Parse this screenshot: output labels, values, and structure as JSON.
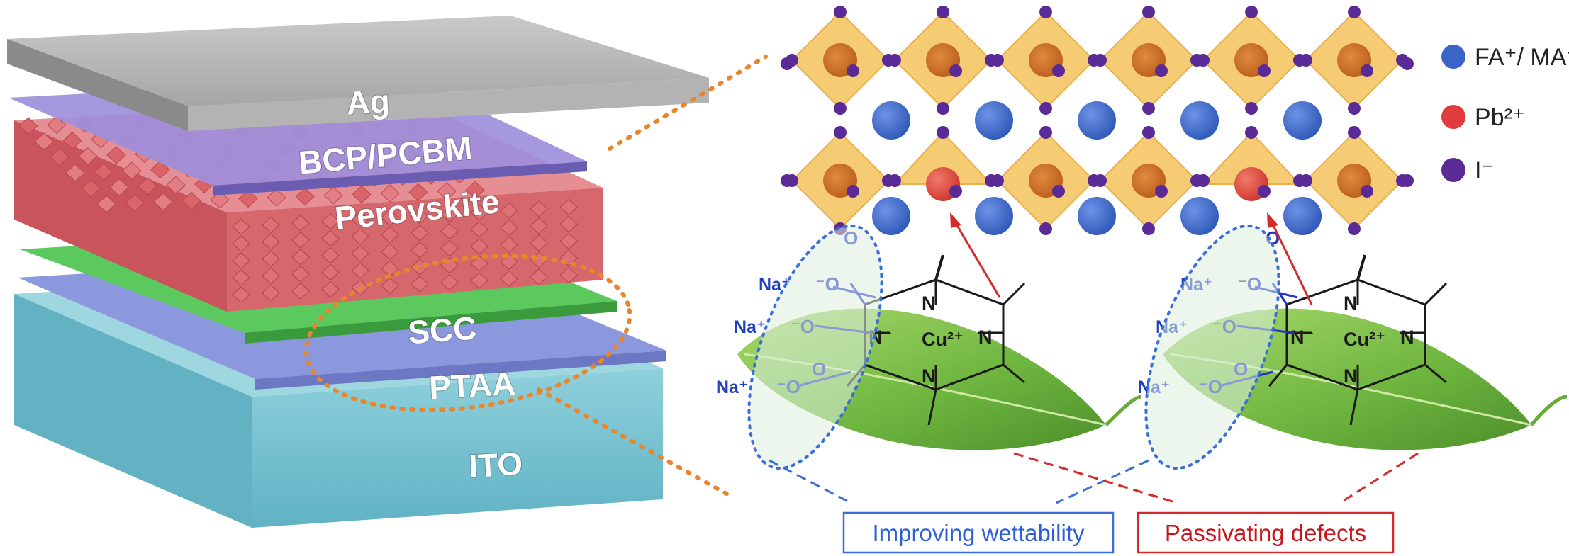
{
  "device_stack": {
    "layers": {
      "ag": "Ag",
      "bcp_pcbm": "BCP/PCBM",
      "perovskite": "Perovskite",
      "scc": "SCC",
      "ptaa": "PTAA",
      "ito": "ITO"
    }
  },
  "legend": {
    "fa_ma": {
      "text": "FA⁺/ MA⁺",
      "color": "#3a64c8"
    },
    "pb": {
      "text": "Pb²⁺",
      "color": "#e03c3c"
    },
    "iodide": {
      "text": "I⁻",
      "color": "#5a2a96"
    }
  },
  "molecule": {
    "na_plus": "Na⁺",
    "oxygen": "O",
    "carboxyl_minus": "⁻",
    "nitrogen": "N",
    "nitrogen_minus": "N⁻",
    "cu2": "Cu²⁺"
  },
  "callouts": {
    "wettability": "Improving wettability",
    "defects": "Passivating defects"
  },
  "colors": {
    "ag": "#a7a7a7",
    "bcp": "#8b7fcf",
    "perovskite": "#d9656b",
    "scc": "#4cbf52",
    "ptaa": "#7f8fd6",
    "ito": "#79c3d2",
    "octahedron": "#f5c766",
    "dotted_orange": "#e8862e",
    "blue_dash": "#3b6fd8",
    "red_dash": "#d42a2a",
    "leaf": "#7bc04a"
  }
}
